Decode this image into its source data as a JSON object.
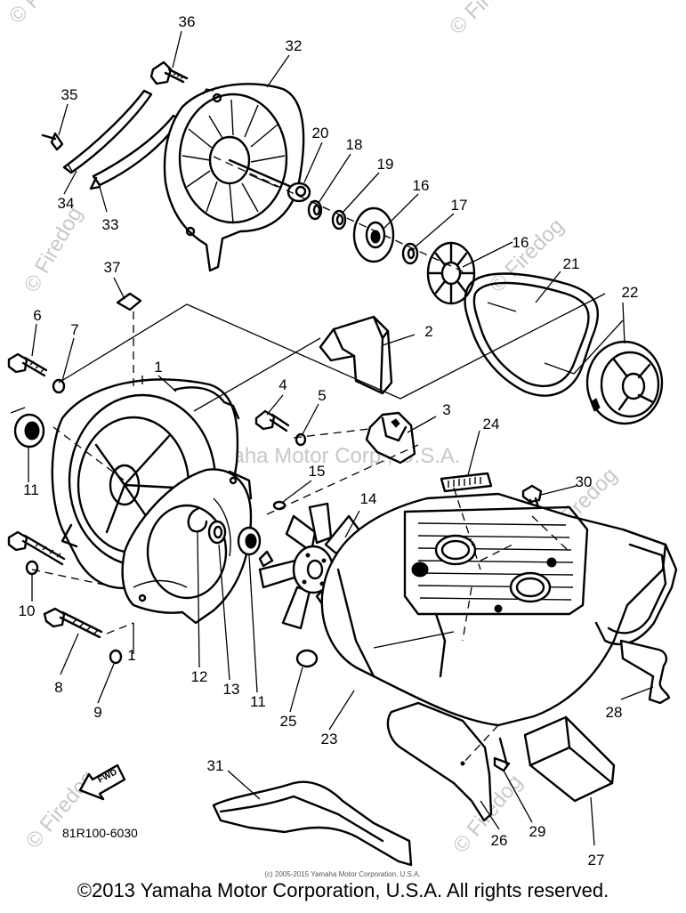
{
  "callouts": {
    "c1": "1",
    "c1b": "1",
    "c2": "2",
    "c3": "3",
    "c4": "4",
    "c5": "5",
    "c6": "6",
    "c7": "7",
    "c8": "8",
    "c9": "9",
    "c10": "10",
    "c11a": "11",
    "c11b": "11",
    "c12": "12",
    "c13": "13",
    "c14": "14",
    "c15": "15",
    "c16a": "16",
    "c16b": "16",
    "c17": "17",
    "c18": "18",
    "c19": "19",
    "c20": "20",
    "c21": "21",
    "c22": "22",
    "c23": "23",
    "c24": "24",
    "c25": "25",
    "c26": "26",
    "c27": "27",
    "c28": "28",
    "c29": "29",
    "c30": "30",
    "c31": "31",
    "c32": "32",
    "c33": "33",
    "c34": "34",
    "c35": "35",
    "c36": "36",
    "c37": "37"
  },
  "diagram_code": "81R100-6030",
  "fwd_label": "FWD",
  "watermark": {
    "brand": "© Firedog",
    "center": "© Yamaha Motor Corp., U.S.A.",
    "small_copyright": "(c) 2005-2015 Yamaha Motor Corporation, U.S.A."
  },
  "footer_text": "©2013 Yamaha Motor Corporation, U.S.A. All rights reserved."
}
